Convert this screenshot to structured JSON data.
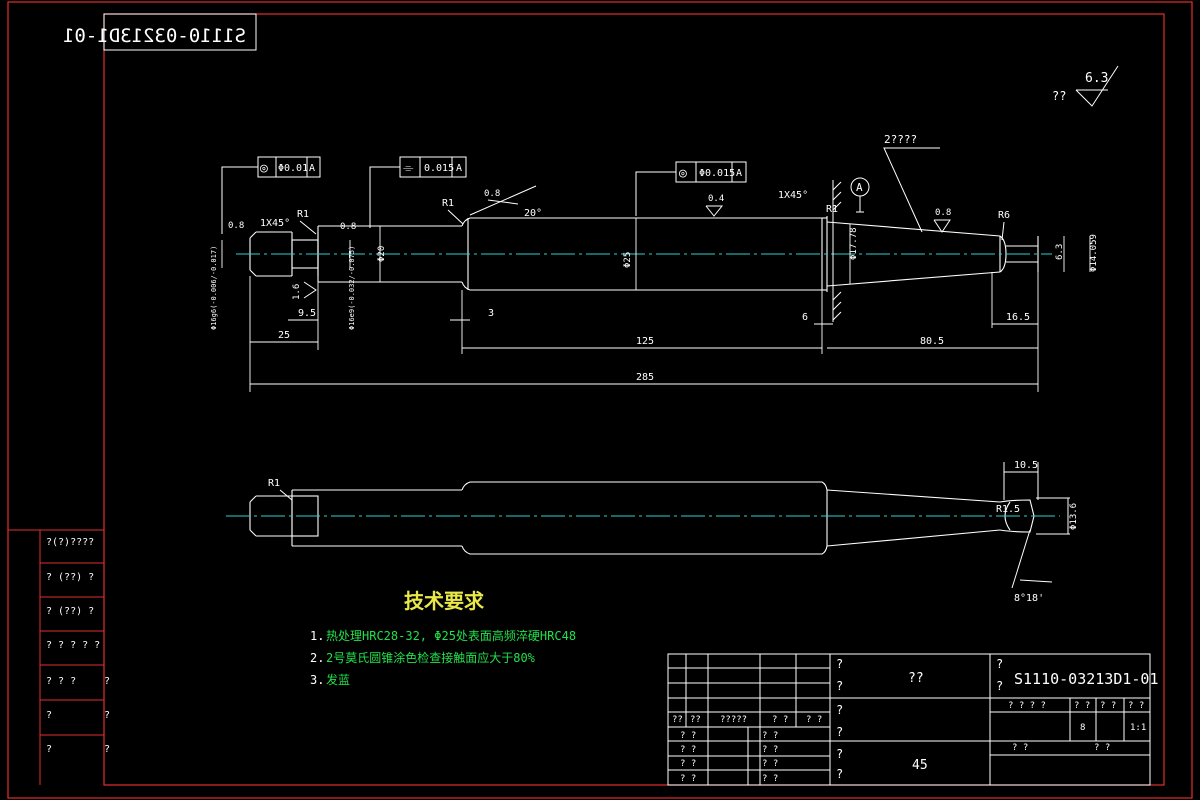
{
  "drawing_code": "S1110-03213D1-01",
  "roughness_note": {
    "symbol_label": "??",
    "value": "6.3"
  },
  "top_view": {
    "runout_frame_1": {
      "symbol": "◎",
      "tolerance": "Φ0.01",
      "datum": "A"
    },
    "runout_frame_2": {
      "symbol": "⌯",
      "tolerance": "0.015",
      "datum": "A"
    },
    "runout_frame_3": {
      "symbol": "◎",
      "tolerance": "Φ0.015",
      "datum": "A"
    },
    "datum_label": "A",
    "leader_note": "2????",
    "chamfer_left": "1X45°",
    "chamfer_right": "1X45°",
    "radius_r1_a": "R1",
    "radius_r1_b": "R1",
    "radius_r1_c": "R1",
    "radius_r6": "R6",
    "angle_20": "20°",
    "rough_08_a": "0.8",
    "rough_08_b": "0.8",
    "rough_08_c": "0.8",
    "rough_08_d": "0.8",
    "rough_04": "0.4",
    "rough_16": "1.6",
    "dia_20": "Φ20",
    "dia_25": "Φ25",
    "dia_1778": "Φ17.78",
    "dia_14059": "Φ14.059",
    "dim_63": "6.3",
    "dia_tol_left": "Φ16g6(-0.006/-0.017)",
    "dia_tol_mid": "Φ16e9(-0.032/-0.075)",
    "dim_95": "9.5",
    "dim_3": "3",
    "dim_6": "6",
    "dim_165": "16.5",
    "dim_25": "25",
    "dim_125": "125",
    "dim_805": "80.5",
    "dim_285": "285"
  },
  "bottom_view": {
    "radius_r1": "R1",
    "radius_r15": "R1.5",
    "dim_105": "10.5",
    "dia_136": "Φ13.6",
    "angle": "8°18'"
  },
  "tech_req": {
    "title": "技术要求",
    "items": [
      {
        "num": "1.",
        "text": "热处理HRC28-32, Φ25处表面高频淬硬HRC48"
      },
      {
        "num": "2.",
        "text": "2号莫氏圆锥涂色检查接触面应大于80%"
      },
      {
        "num": "3.",
        "text": "发蓝"
      }
    ]
  },
  "left_strip": [
    "?(?)????",
    "? (??) ?",
    "? (??) ?",
    "? ? ? ? ?",
    "? ? ?",
    "?",
    "?"
  ],
  "left_strip_side": [
    "?",
    "?",
    "?",
    "?"
  ],
  "title_block": {
    "name": "??",
    "material": "45",
    "code": "S1110-03213D1-01",
    "scale": "1:1",
    "mark_a": "?",
    "mark_b": "?",
    "header_cells": [
      "??",
      "??",
      "?????",
      "? ?",
      "? ?"
    ],
    "sign_rows": [
      "? ?",
      "? ?",
      "? ?",
      "? ?"
    ],
    "sign_rows_b": [
      "? ?",
      "? ?",
      "? ?",
      "? ?"
    ],
    "right_head": [
      "? ? ? ?",
      "? ?",
      "? ?",
      "? ?"
    ],
    "right_vals": [
      "8",
      "1:1"
    ],
    "right_foot": [
      "?   ?",
      "?   ?"
    ]
  }
}
